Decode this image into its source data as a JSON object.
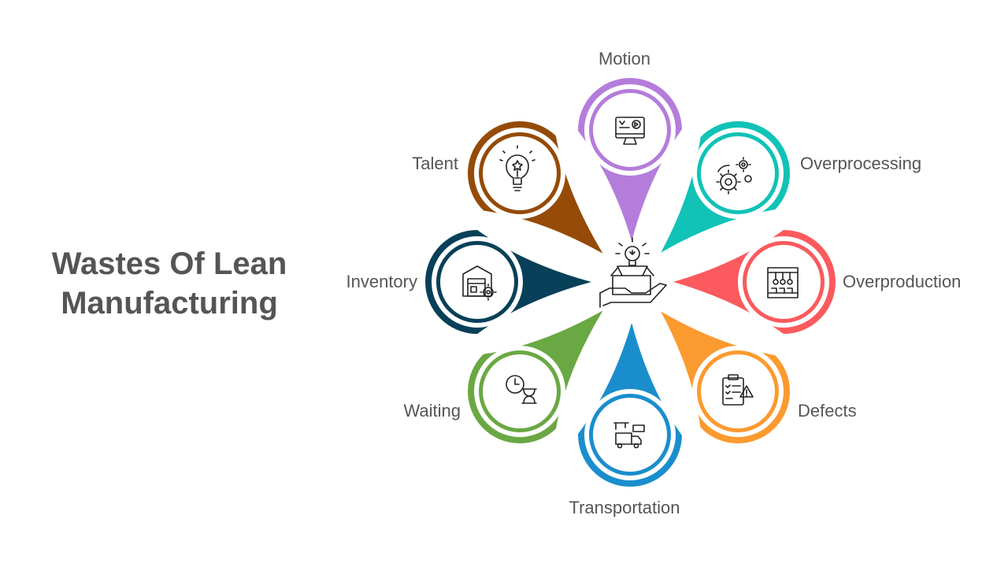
{
  "title": {
    "line1": "Wastes Of Lean",
    "line2": "Manufacturing"
  },
  "center_icon": "hand-box-lightbulb-icon",
  "items": [
    {
      "label": "Motion",
      "color": "#b47ddb",
      "icon": "monitor-play-icon"
    },
    {
      "label": "Overprocessing",
      "color": "#11c2b6",
      "icon": "gears-icon"
    },
    {
      "label": "Overproduction",
      "color": "#fb5a5e",
      "icon": "assembly-line-icon"
    },
    {
      "label": "Defects",
      "color": "#fb9a2f",
      "icon": "clipboard-warning-icon"
    },
    {
      "label": "Transportation",
      "color": "#1a8ecd",
      "icon": "truck-crane-icon"
    },
    {
      "label": "Waiting",
      "color": "#6aa843",
      "icon": "clock-hourglass-icon"
    },
    {
      "label": "Inventory",
      "color": "#074058",
      "icon": "warehouse-gear-icon"
    },
    {
      "label": "Talent",
      "color": "#954b07",
      "icon": "lightbulb-star-icon"
    }
  ]
}
